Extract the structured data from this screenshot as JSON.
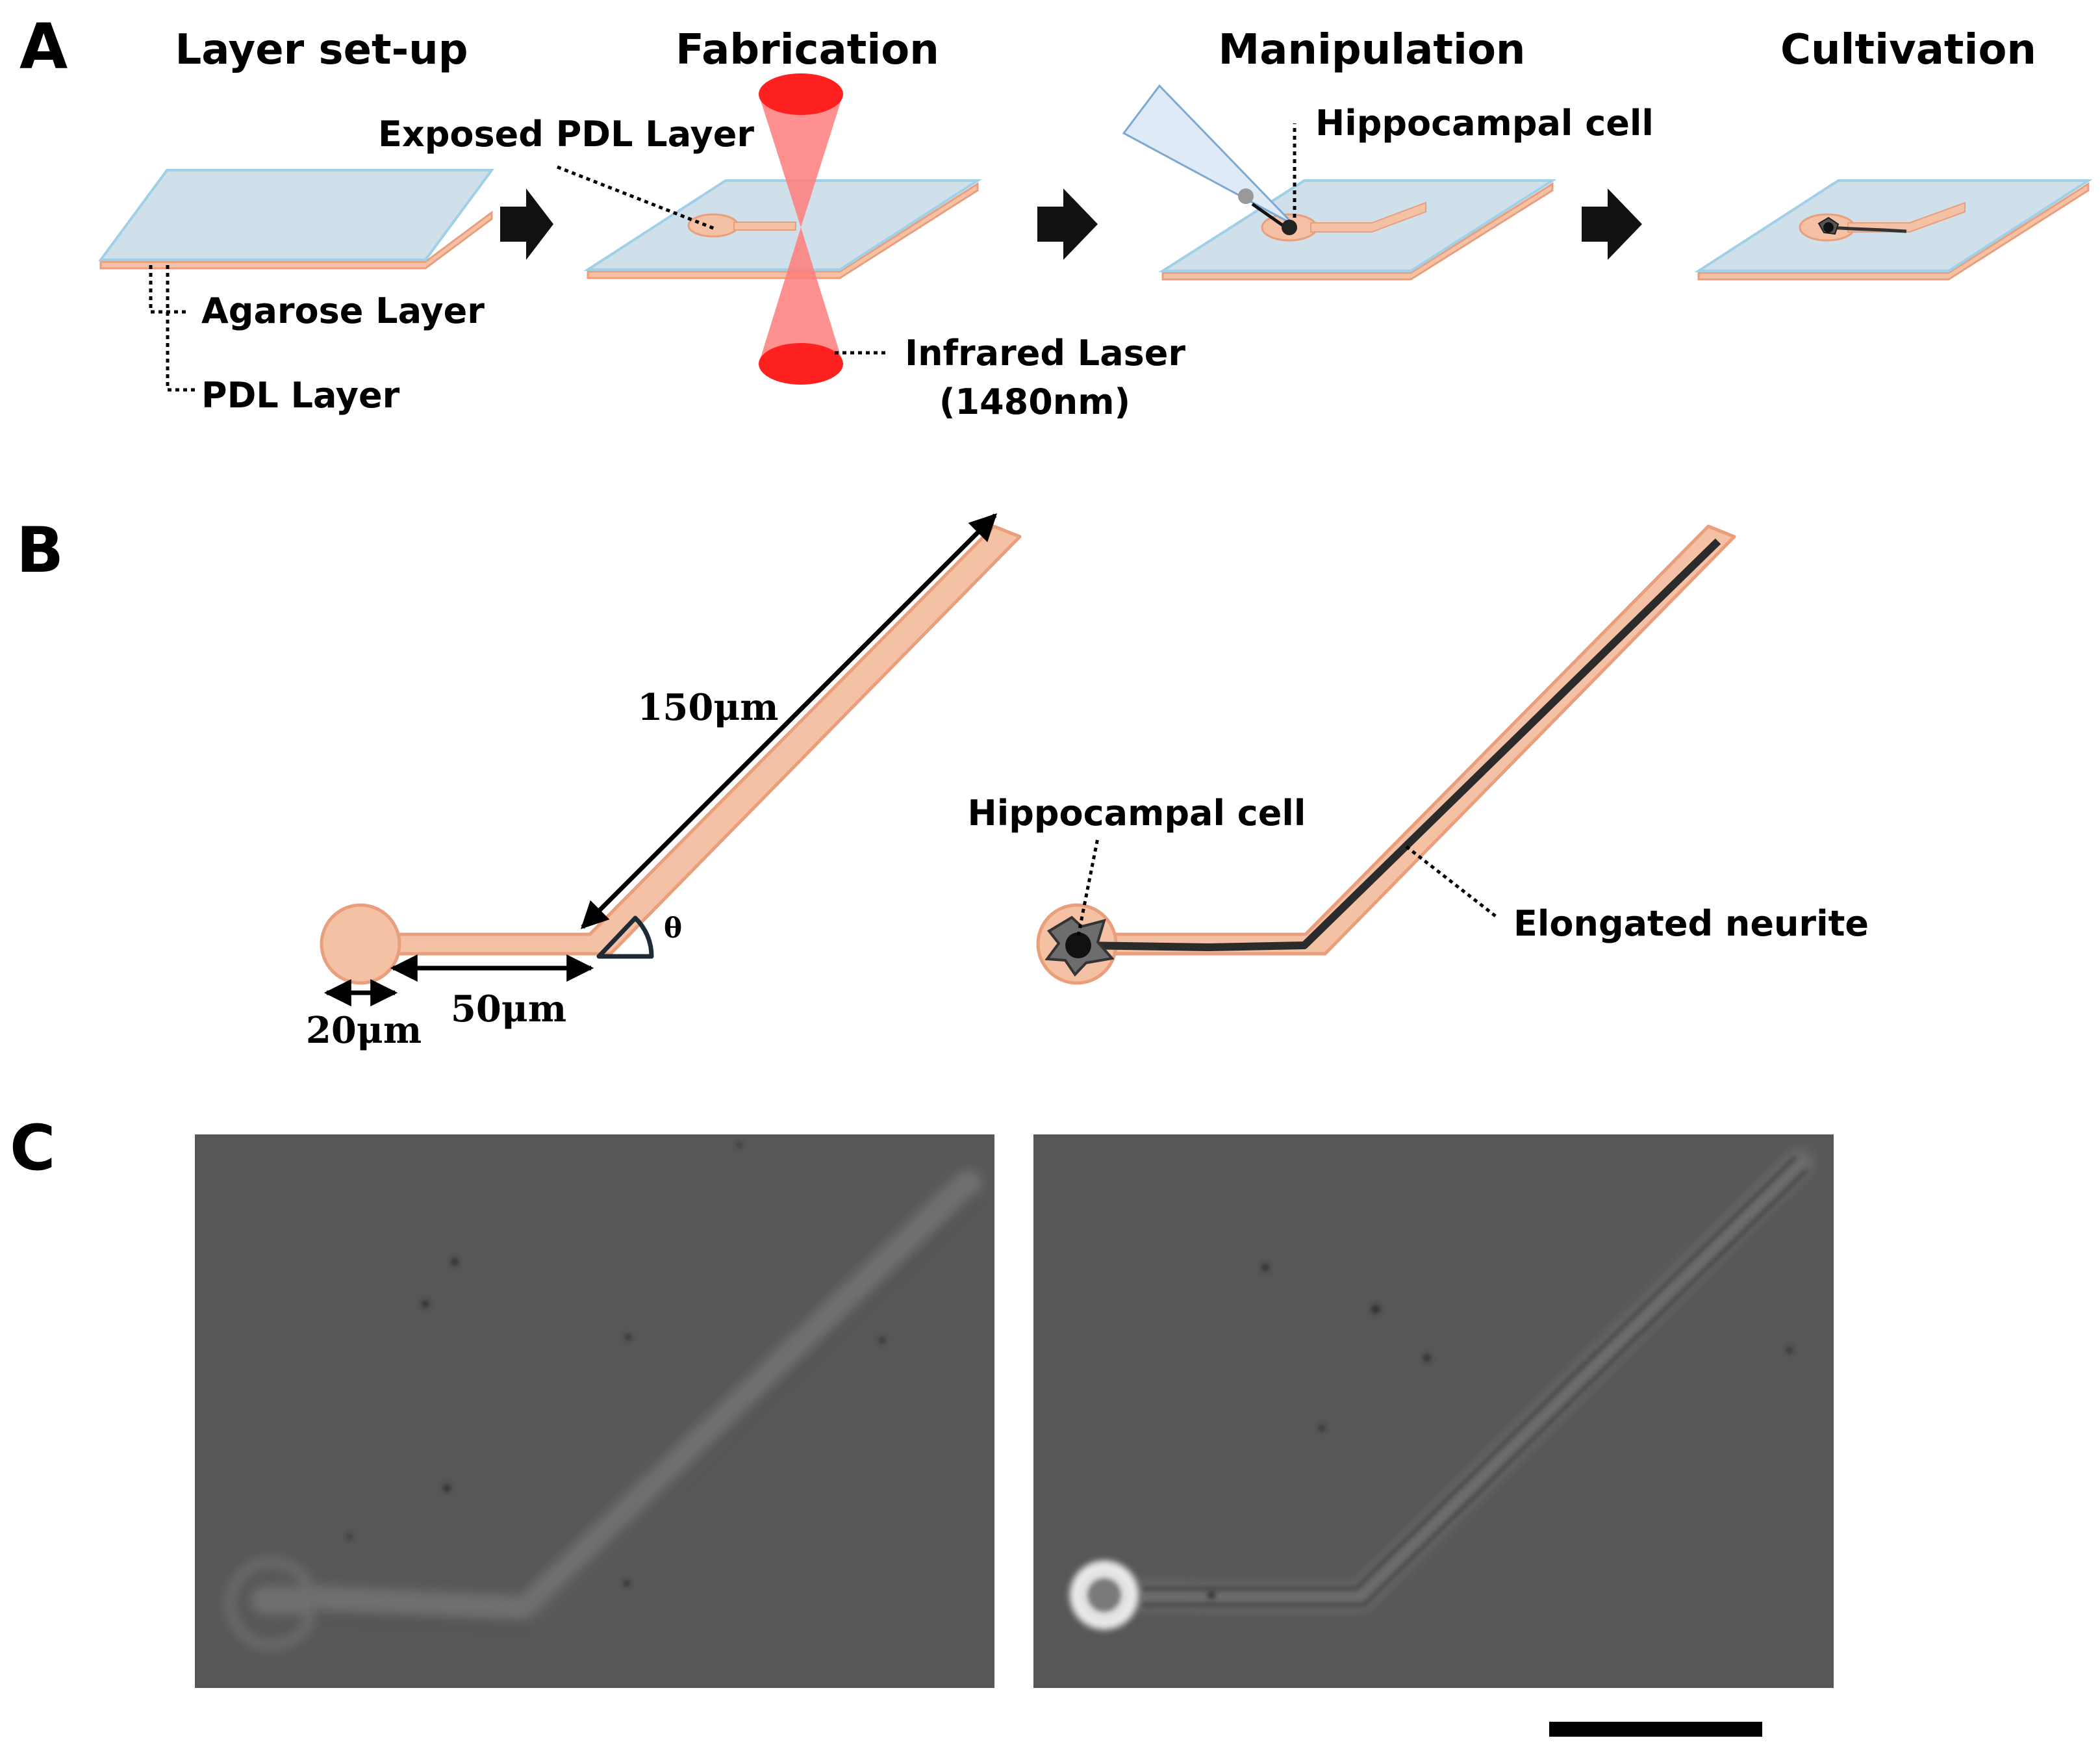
{
  "colors": {
    "agarose_top": "#cfe0ea",
    "agarose_edge": "#9fd0e8",
    "pdl": "#f4c1a4",
    "pdl_edge": "#e99e7c",
    "laser": "#ff3333",
    "laser_cone": "#ff7d7d",
    "micro_bg": "#575757"
  },
  "panel_a": {
    "label": "A",
    "titles": {
      "layer_setup": "Layer set-up",
      "fabrication": "Fabrication",
      "manipulation": "Manipulation",
      "cultivation": "Cultivation"
    },
    "labels": {
      "agarose_layer": "Agarose Layer",
      "pdl_layer": "PDL Layer",
      "exposed_pdl_layer": "Exposed PDL Layer",
      "infrared_laser": "Infrared Laser",
      "wavelength": "(1480nm)",
      "hippocampal_cell": "Hippocampal cell"
    }
  },
  "panel_b": {
    "label": "B",
    "dimensions": {
      "diameter": "20μm",
      "horizontal": "50μm",
      "diagonal": "150μm",
      "angle": "θ"
    },
    "labels": {
      "hippocampal_cell": "Hippocampal cell",
      "elongated_neurite": "Elongated neurite"
    }
  },
  "panel_c": {
    "label": "C"
  }
}
